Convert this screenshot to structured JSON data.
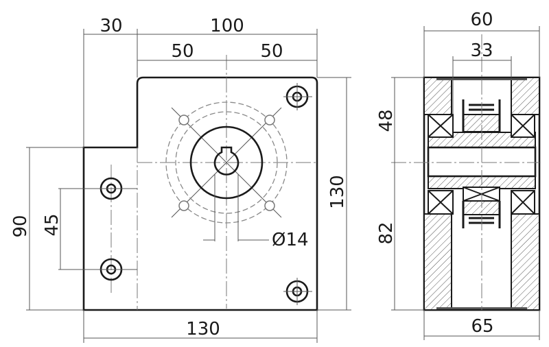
{
  "front_view": {
    "dims": {
      "top_left_offset": "30",
      "top_width": "100",
      "half_left": "50",
      "half_right": "50",
      "left_height": "90",
      "hole_spacing": "45",
      "right_height": "130",
      "bottom_width": "130",
      "shaft_diameter": "Ø14"
    }
  },
  "side_view": {
    "dims": {
      "top_width": "60",
      "inner_width": "33",
      "upper_height": "48",
      "lower_height": "82",
      "bottom_width": "65"
    }
  }
}
